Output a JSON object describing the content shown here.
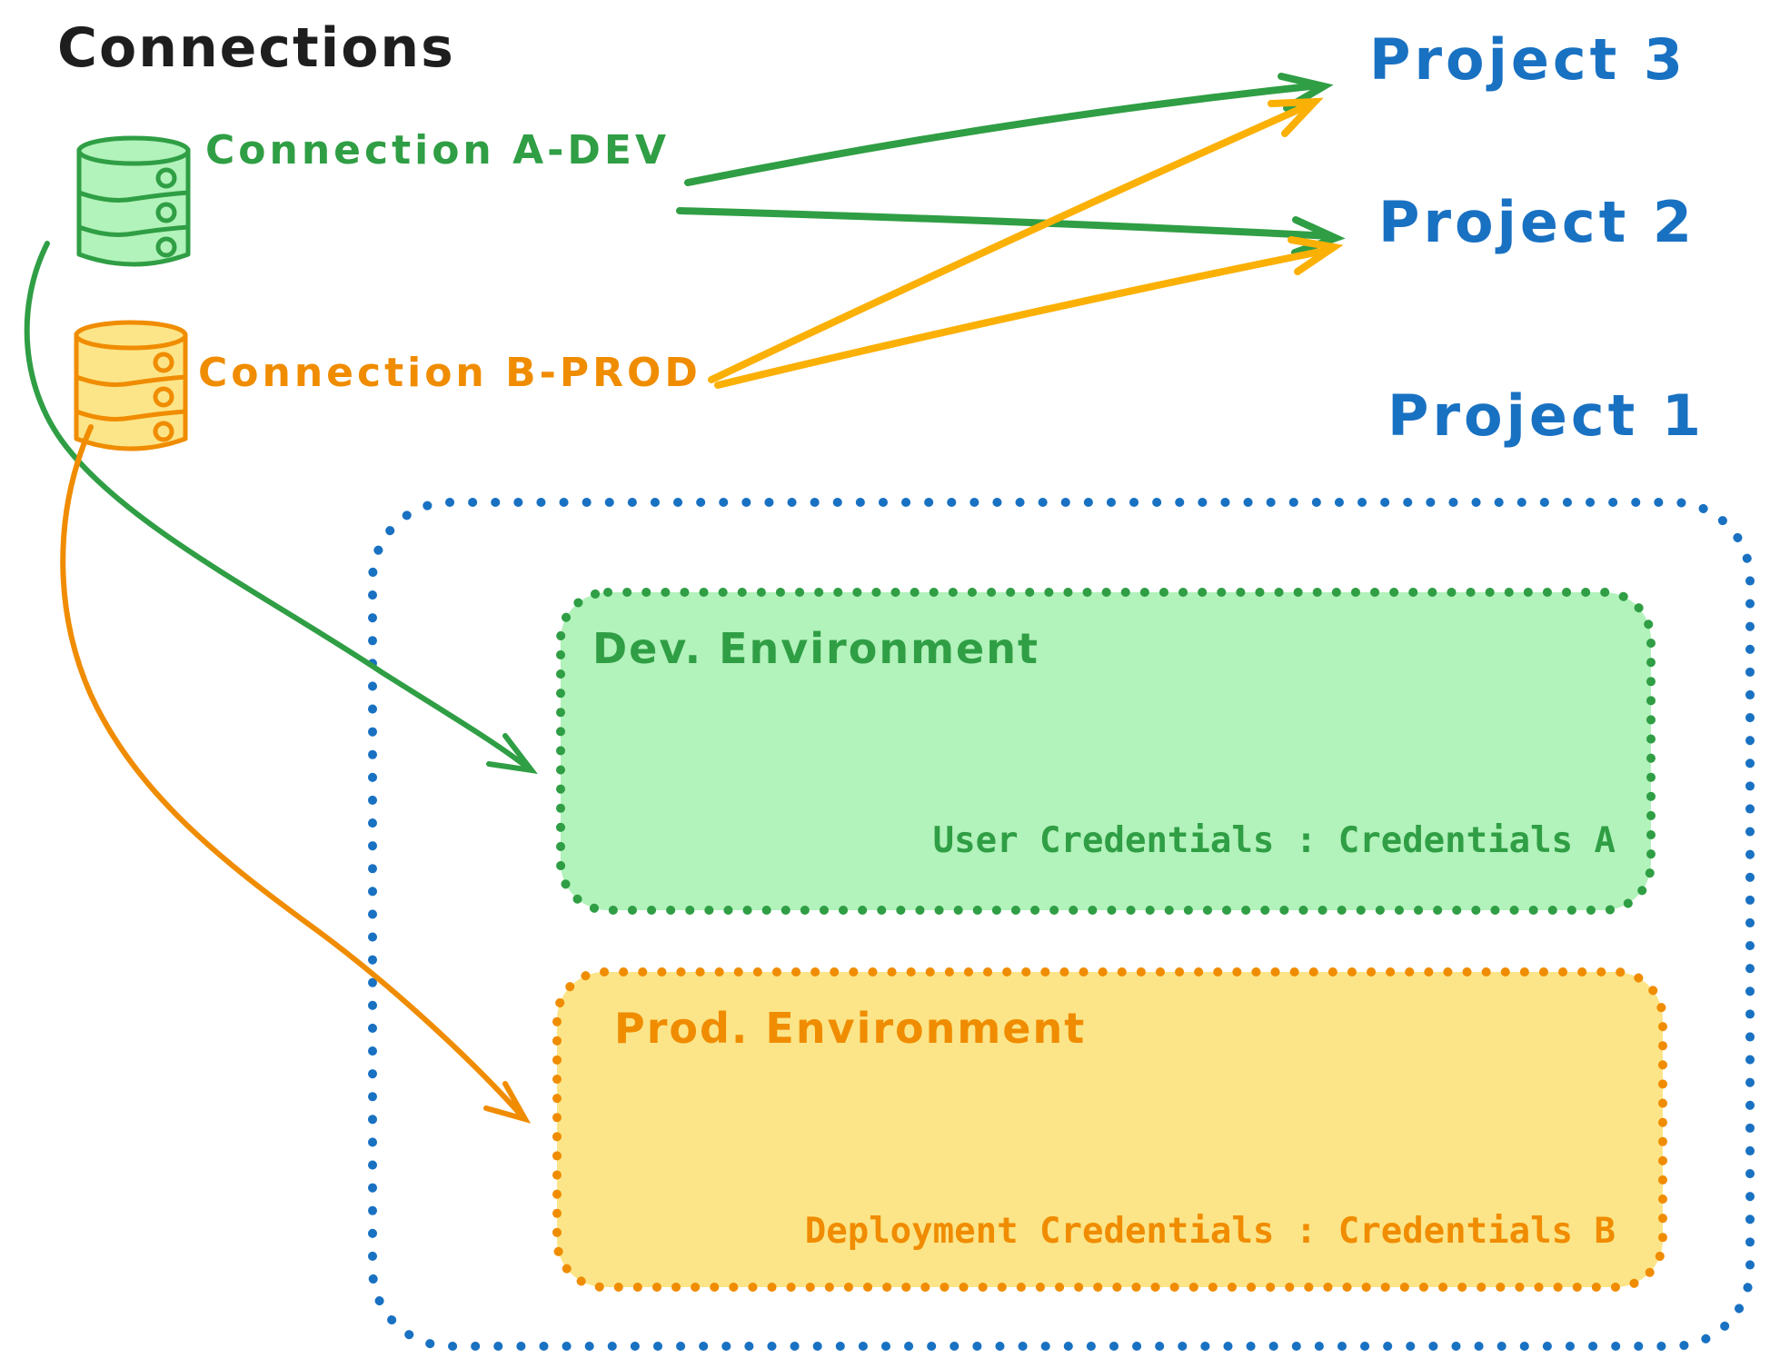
{
  "title": "Connections",
  "colors": {
    "canvas_bg": "#ffffff",
    "title_black": "#1e1e1e",
    "project_blue": "#1971c2",
    "green_stroke": "#2f9e44",
    "green_fill": "#b2f2bb",
    "orange_stroke": "#f08c00",
    "orange_fill": "#fce588",
    "yellow_arrow": "#fbb005"
  },
  "connections": [
    {
      "label": "Connection A-DEV"
    },
    {
      "label": "Connection B-PROD"
    }
  ],
  "projects": [
    {
      "label": "Project 3"
    },
    {
      "label": "Project 2"
    },
    {
      "label": "Project 1"
    }
  ],
  "project1": {
    "dev_environment": {
      "title": "Dev. Environment",
      "credentials_label": "User Credentials : Credentials A"
    },
    "prod_environment": {
      "title": "Prod. Environment",
      "credentials_label": "Deployment Credentials : Credentials B"
    }
  }
}
